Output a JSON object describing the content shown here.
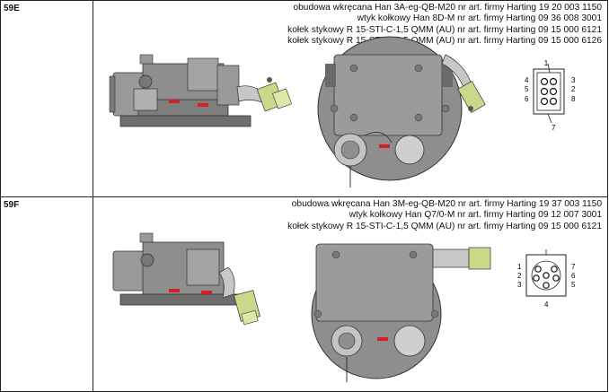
{
  "rows": [
    {
      "code": "59E",
      "spec_lines": [
        "obudowa wkręcana Han 3A-eg-QB-M20 nr art. firmy Harting 19 20 003 1150",
        "wtyk kołkowy Han 8D-M nr art. firmy Harting 09 36 008 3001",
        "kołek stykowy R 15-STI-C-1,5 QMM (AU) nr art. firmy Harting 09 15 000 6121",
        "kołek stykowy R 15-STI-C-2,5 QMM (AU) nr art. firmy Harting 09 15 000 6126"
      ],
      "pin_labels": [
        "1",
        "2",
        "3",
        "4",
        "5",
        "6",
        "7",
        "8"
      ]
    },
    {
      "code": "59F",
      "spec_lines": [
        "obudowa wkręcana Han 3M-eg-QB-M20 nr art. firmy Harting 19 37 003 1150",
        "wtyk kołkowy Han Q7/0-M nr art. firmy Harting 09 12 007 3001",
        "kołek stykowy R 15-STI-C-1,5 QMM (AU) nr art. firmy Harting 09 15 000 6121"
      ],
      "pin_labels": [
        "1",
        "2",
        "3",
        "4",
        "5",
        "6",
        "7"
      ]
    }
  ],
  "colors": {
    "housing": "#8e8e8e",
    "housing_dark": "#5e5e5e",
    "connector_green": "#c9d98a",
    "accent_red": "#d42020",
    "line": "#222222"
  }
}
